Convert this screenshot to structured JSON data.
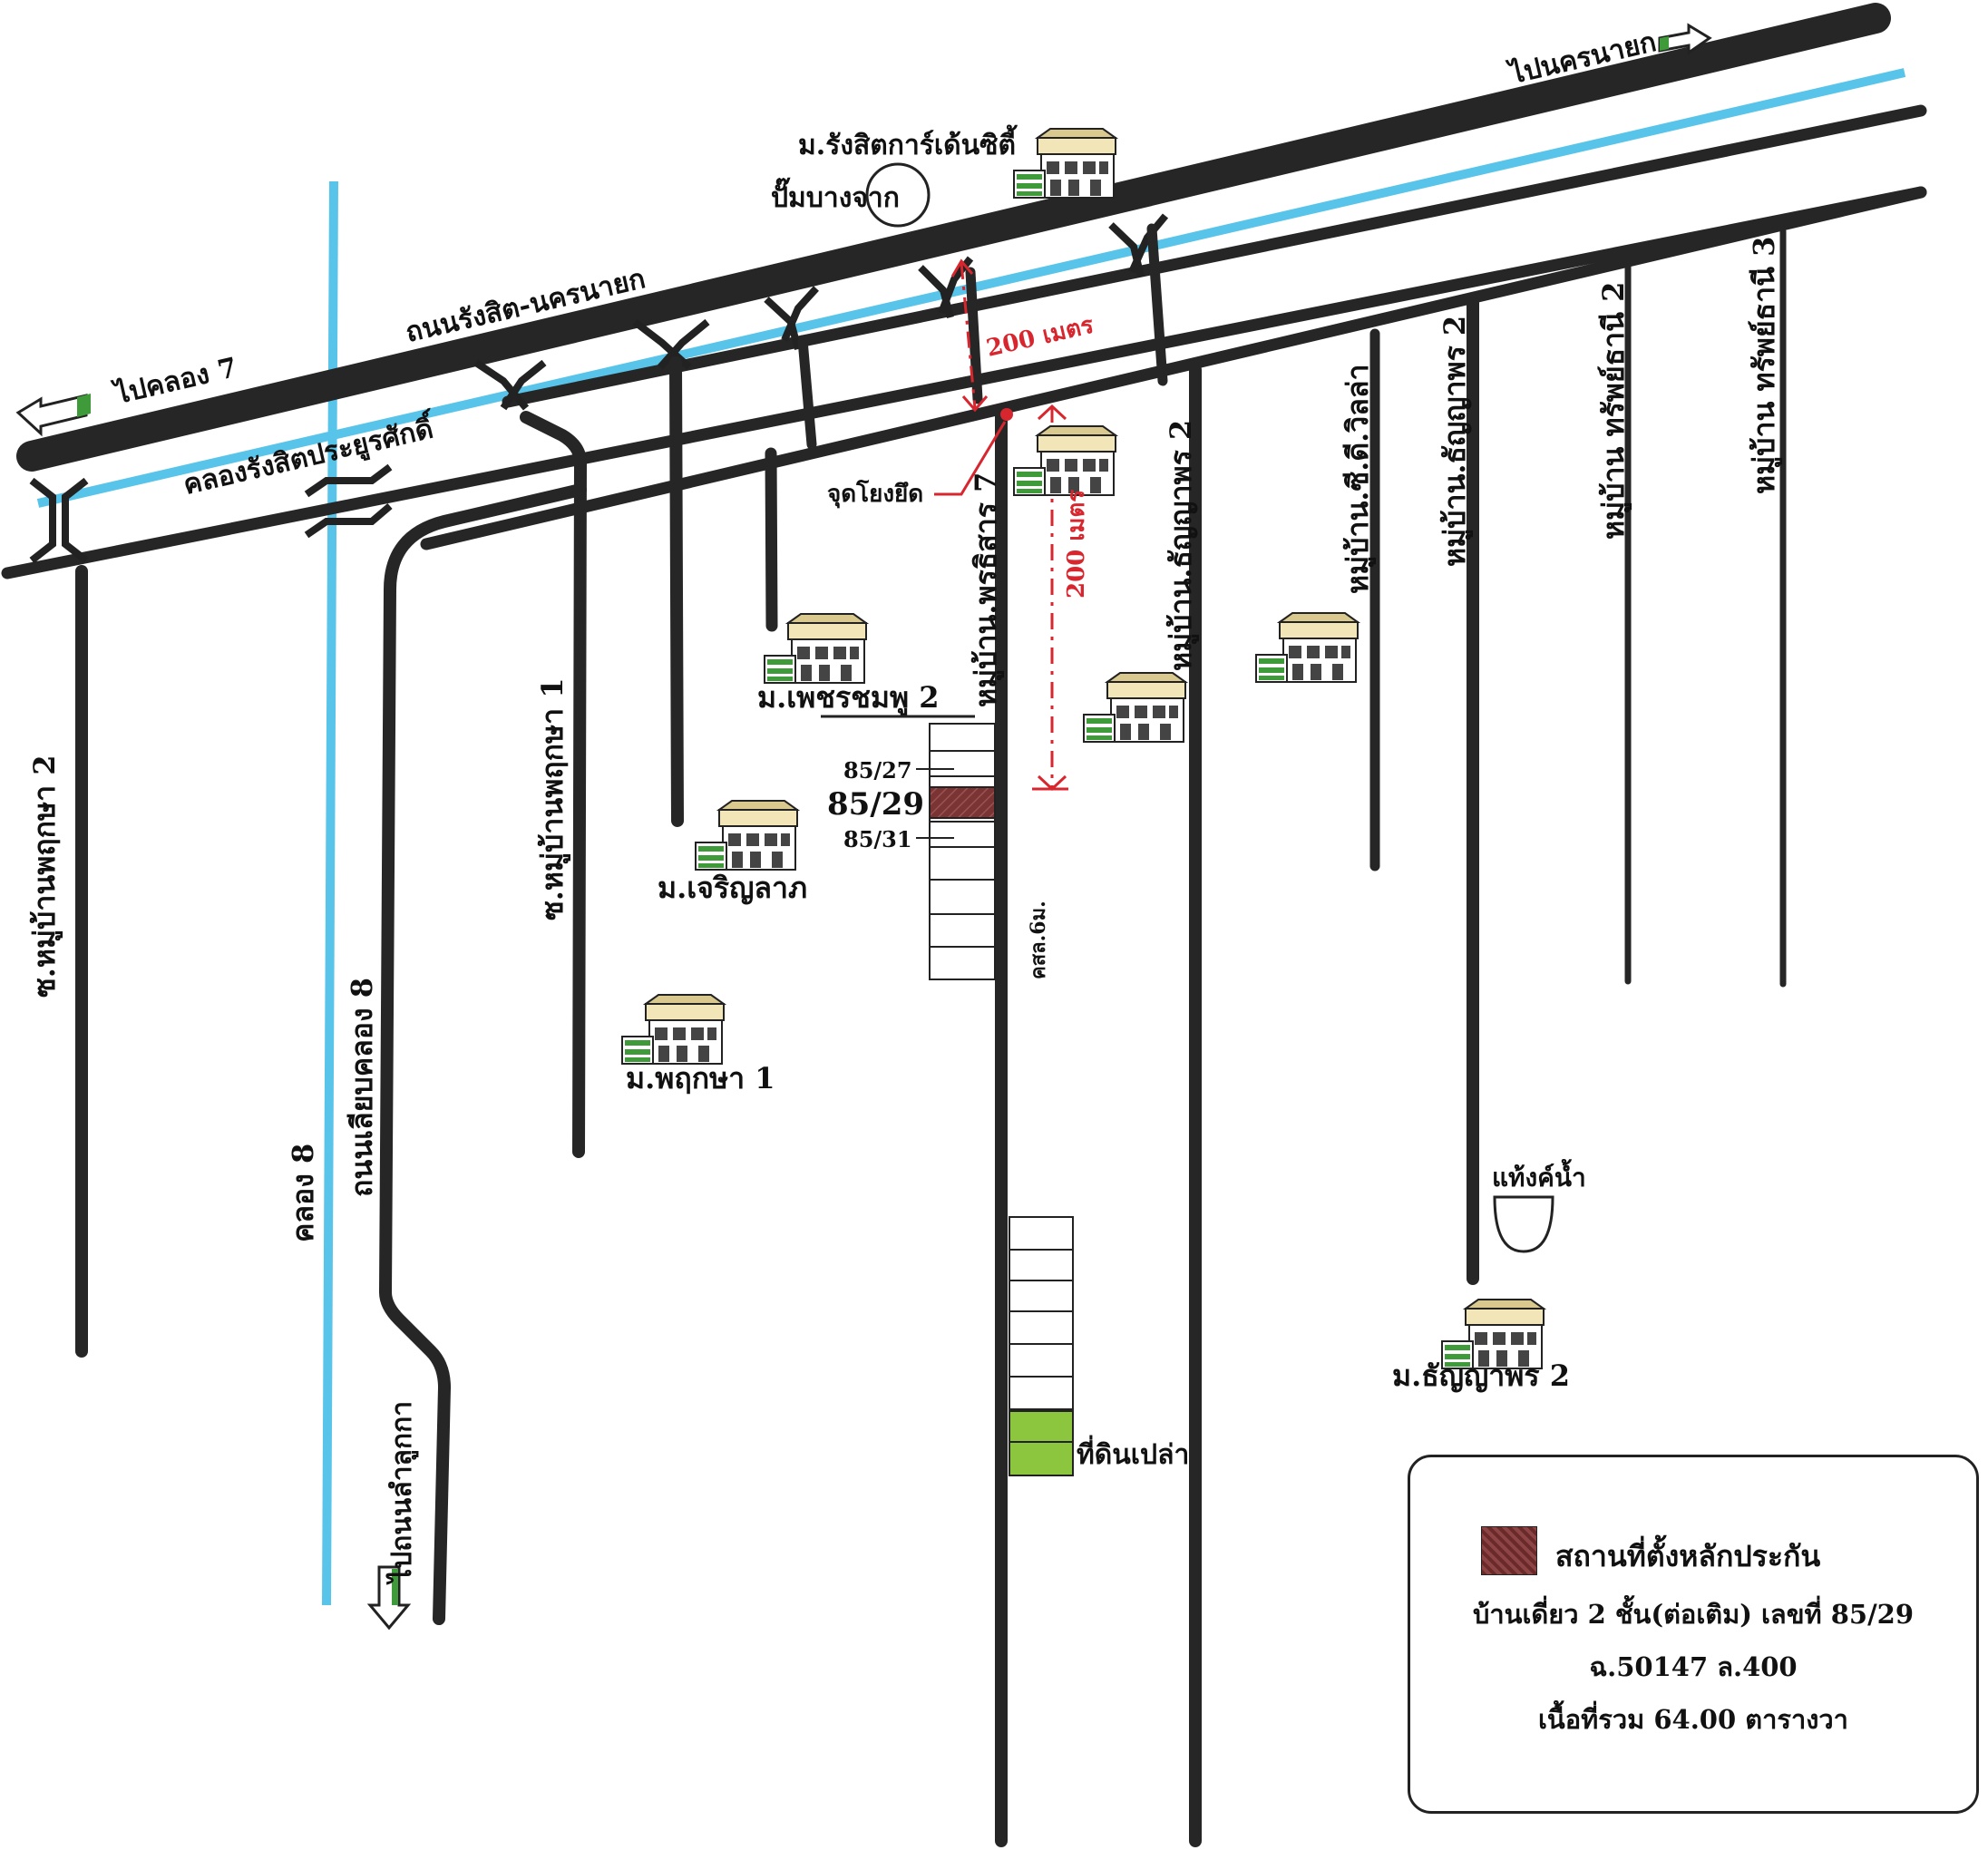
{
  "labels": {
    "to_nakhon_nayok": "ไปนครนายก",
    "to_khlong_7": "ไปคลอง 7",
    "rangsit_nakhon_nayok_road": "ถนนรังสิต-นครนายก",
    "rangsit_canal": "คลองรังสิตประยูรศักดิ์",
    "m_rangsit_garden_city": "ม.รังสิตการ์เด้นซิตี้",
    "bangchak_station": "ปั๊มบางจาก",
    "distance_top": "200 เมตร",
    "distance_side": "200 เมตร",
    "start_point": "จุดโยงยึด",
    "soi_pruksa_2": "ซ.หมู่บ้านพฤกษา 2",
    "soi_pruksa_1": "ซ.หมู่บ้านพฤกษา 1",
    "khlong_8_bypass_road": "ถนนเลียบคลอง 8",
    "khlong_8": "คลอง 8",
    "to_lam_luk_ka": "ไปถนนลำลูกกา",
    "m_phet_chomphu_2": "ม.เพชรชมพู 2",
    "m_charoen_lap": "ม.เจริญลาภ",
    "m_pruksa_1": "ม.พฤกษา 1",
    "village_ponsilan_7": "หมู่บ้าน.พรธิสาร 7",
    "kh_sol_6m": "คสล.6ม.",
    "village_thanyaporn_2_road": "หมู่บ้าน.ธัญญาพร 2",
    "village_cd_villa": "หมู่บ้าน.ซี.ดี.วิลล่า",
    "village_thanyaporn_2b": "หมู่บ้าน.ธัญญาพร 2",
    "village_sapthani_2": "หมู่บ้าน ทรัพย์ธานี 2",
    "village_sapthani_3": "หมู่บ้าน ทรัพย์ธานี 3",
    "water_tank": "แท้งค์น้ำ",
    "m_thanyaporn_2": "ม.ธัญญาพร 2",
    "plot_85_27": "85/27",
    "plot_85_29": "85/29",
    "plot_85_31": "85/31",
    "vacant_land": "ที่ดินเปล่า"
  },
  "legend": {
    "title": "สถานที่ตั้งหลักประกัน",
    "line1": "บ้านเดี่ยว 2 ชั้น(ต่อเติม) เลขที่ 85/29",
    "line2": "ฉ.50147  ล.400",
    "line3": "เนื้อที่รวม 64.00 ตารางวา"
  },
  "colors": {
    "road": "#262626",
    "canal": "#59c4ea",
    "distance": "#d8262f",
    "subject_plot": "#7a3434",
    "vacant_land": "#8cc63f",
    "arrow_green": "#3f9b3a"
  }
}
